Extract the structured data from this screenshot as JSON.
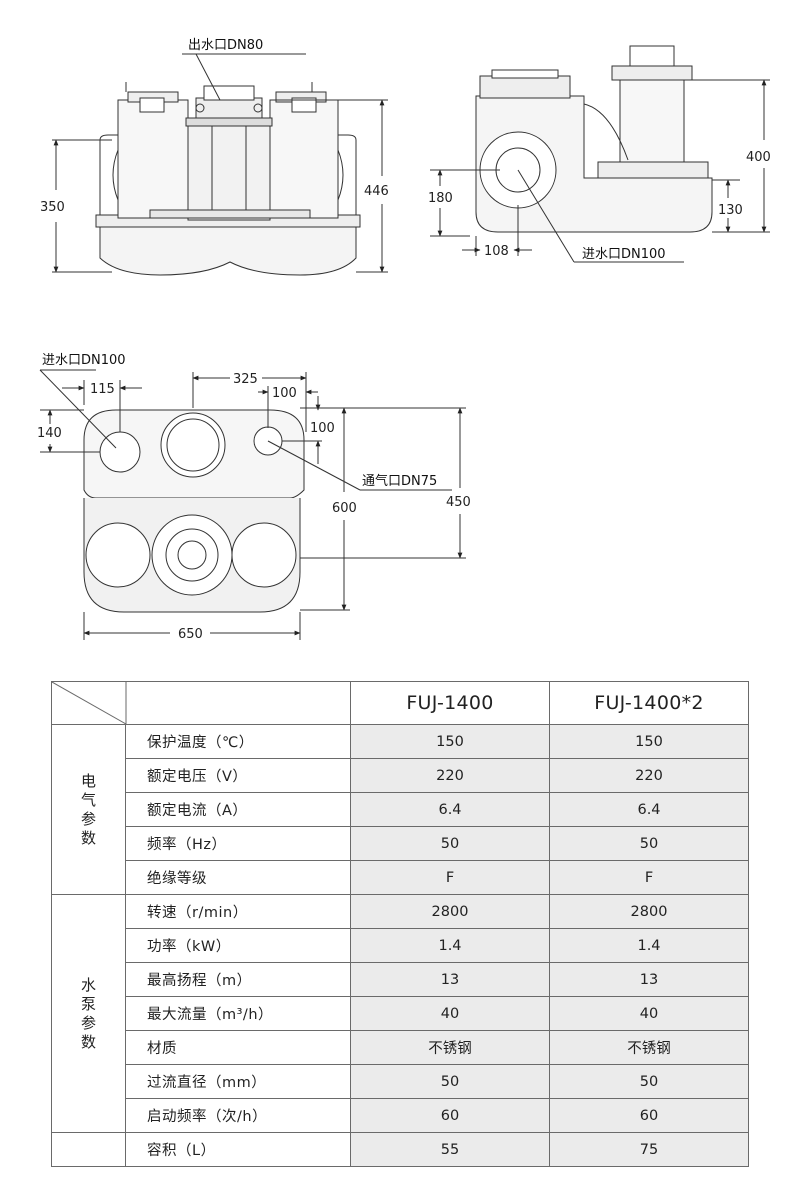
{
  "diagrams": {
    "front": {
      "outlet_label": "出水口DN80",
      "height_left": "350",
      "height_right": "446"
    },
    "side": {
      "height_total": "400",
      "inlet_height": "180",
      "base_height": "130",
      "inlet_offset": "108",
      "inlet_label": "进水口DN100"
    },
    "top": {
      "inlet_label": "进水口DN100",
      "inlet_offset": "115",
      "inlet_height": "140",
      "spacing_325": "325",
      "spacing_100a": "100",
      "spacing_100b": "100",
      "vent_label": "通气口DN75",
      "depth_450": "450",
      "depth_600": "600",
      "width_650": "650"
    }
  },
  "spec_table": {
    "models": [
      "FUJ-1400",
      "FUJ-1400*2"
    ],
    "groups": [
      {
        "category": "电气参数",
        "rows": [
          {
            "param": "保护温度（℃）",
            "values": [
              "150",
              "150"
            ]
          },
          {
            "param": "额定电压（V）",
            "values": [
              "220",
              "220"
            ]
          },
          {
            "param": "额定电流（A）",
            "values": [
              "6.4",
              "6.4"
            ]
          },
          {
            "param": "频率（Hz）",
            "values": [
              "50",
              "50"
            ]
          },
          {
            "param": "绝缘等级",
            "values": [
              "F",
              "F"
            ]
          }
        ]
      },
      {
        "category": "水泵参数",
        "rows": [
          {
            "param": "转速（r/min）",
            "values": [
              "2800",
              "2800"
            ]
          },
          {
            "param": "功率（kW）",
            "values": [
              "1.4",
              "1.4"
            ]
          },
          {
            "param": "最高扬程（m）",
            "values": [
              "13",
              "13"
            ]
          },
          {
            "param": "最大流量（m³/h）",
            "values": [
              "40",
              "40"
            ]
          },
          {
            "param": "材质",
            "values": [
              "不锈钢",
              "不锈钢"
            ]
          },
          {
            "param": "过流直径（mm）",
            "values": [
              "50",
              "50"
            ]
          },
          {
            "param": "启动频率（次/h）",
            "values": [
              "60",
              "60"
            ]
          }
        ]
      },
      {
        "category": "",
        "rows": [
          {
            "param": "容积（L）",
            "values": [
              "55",
              "75"
            ]
          }
        ]
      }
    ]
  }
}
